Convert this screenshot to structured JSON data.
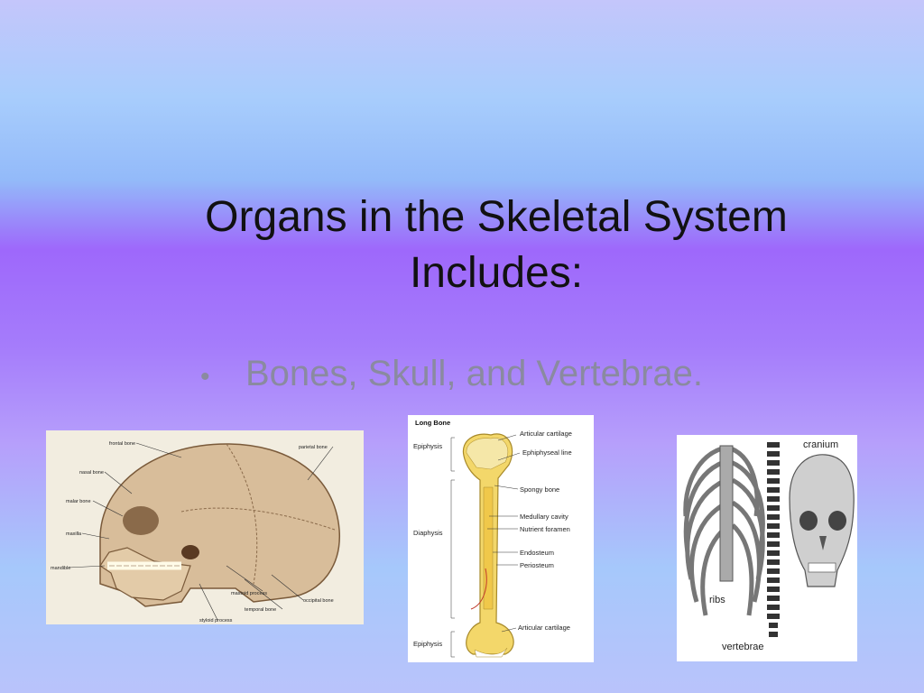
{
  "slide": {
    "title_line1": "Organs in the Skeletal System",
    "title_line2": "Includes:",
    "bullet": "Bones, Skull, and Vertebrae."
  },
  "skull_image": {
    "labels": {
      "frontal": "frontal bone",
      "parietal": "parietal bone",
      "nasal": "nasal bone",
      "malar": "malar bone",
      "maxilla": "maxilla",
      "mandible": "mandible",
      "mastoid": "mastoid process",
      "occipital": "occipital bone",
      "temporal": "temporal bone",
      "styloid": "styloid process"
    }
  },
  "long_bone_image": {
    "title": "Long Bone",
    "labels": {
      "articular_top": "Articular cartilage",
      "epiphysis_top": "Epiphysis",
      "epiphyseal_line": "Ephiphyseal line",
      "spongy": "Spongy bone",
      "medullary": "Medullary cavity",
      "nutrient": "Nutrient foramen",
      "diaphysis": "Diaphysis",
      "endosteum": "Endosteum",
      "periosteum": "Periosteum",
      "articular_bottom": "Articular cartilage",
      "epiphysis_bottom": "Epiphysis"
    }
  },
  "skeleton_image": {
    "labels": {
      "cranium": "cranium",
      "ribs": "ribs",
      "vertebrae": "vertebrae"
    }
  },
  "colors": {
    "title": "#111111",
    "bullet": "#8a8aa0",
    "bone_yellow": "#f3d76a",
    "skull_tone": "#d8bd9a"
  }
}
